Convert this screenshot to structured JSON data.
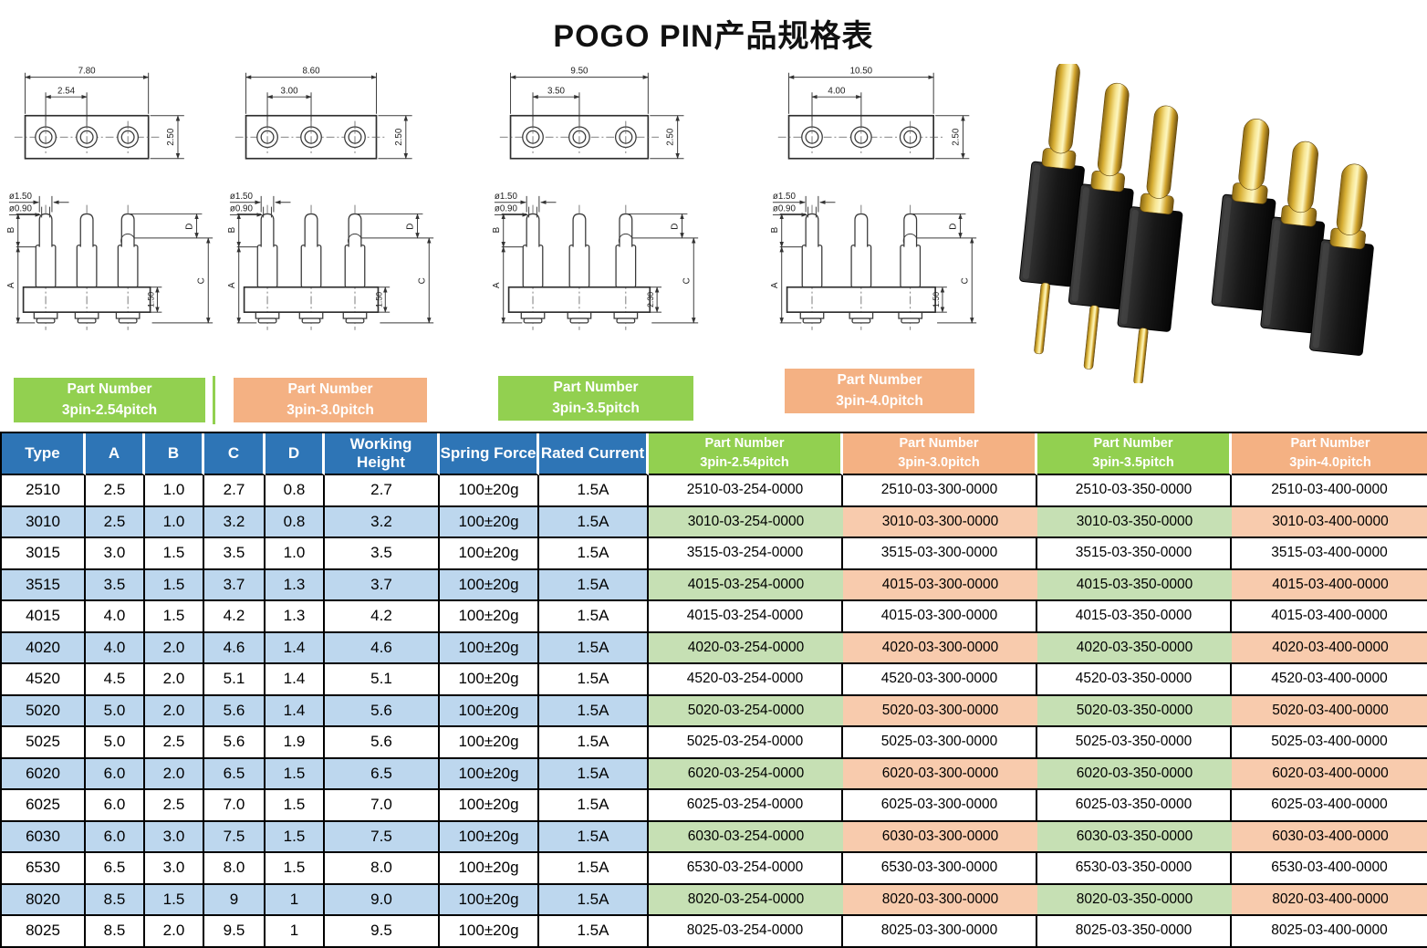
{
  "title": "POGO PIN产品规格表",
  "drawings": [
    {
      "overall": "7.80",
      "pitch": "2.54",
      "height": "2.50",
      "plunger_dia": "ø1.50",
      "tip_dia": "ø0.90",
      "base": "1.50",
      "dim_letters": [
        "A",
        "B",
        "C",
        "D"
      ]
    },
    {
      "overall": "8.60",
      "pitch": "3.00",
      "height": "2.50",
      "plunger_dia": "ø1.50",
      "tip_dia": "ø0.90",
      "base": "1.50",
      "dim_letters": [
        "A",
        "B",
        "C",
        "D"
      ]
    },
    {
      "overall": "9.50",
      "pitch": "3.50",
      "height": "2.50",
      "plunger_dia": "ø1.50",
      "tip_dia": "ø0.90",
      "base": "2.30",
      "dim_letters": [
        "A",
        "B",
        "C",
        "D"
      ]
    },
    {
      "overall": "10.50",
      "pitch": "4.00",
      "height": "2.50",
      "plunger_dia": "ø1.50",
      "tip_dia": "ø0.90",
      "base": "1.50",
      "dim_letters": [
        "A",
        "B",
        "C",
        "D"
      ]
    }
  ],
  "labels": [
    {
      "line1": "Part Number",
      "line2": "3pin-2.54pitch",
      "color": "green"
    },
    {
      "line1": "Part Number",
      "line2": "3pin-3.0pitch",
      "color": "orange"
    },
    {
      "line1": "Part Number",
      "line2": "3pin-3.5pitch",
      "color": "green"
    },
    {
      "line1": "Part Number",
      "line2": "3pin-4.0pitch",
      "color": "orange"
    }
  ],
  "colors": {
    "header_blue": "#2E75B6",
    "label_green": "#92D050",
    "label_orange": "#F4B183",
    "row_blue": "#BDD7EE",
    "cell_green": "#C6E0B4",
    "cell_orange": "#F8CBAD",
    "border": "#000000"
  },
  "table": {
    "headers": [
      "Type",
      "A",
      "B",
      "C",
      "D",
      "Working Height",
      "Spring Force",
      "Rated Current"
    ],
    "part_headers": [
      {
        "line1": "Part Number",
        "line2": "3pin-2.54pitch",
        "color": "green"
      },
      {
        "line1": "Part Number",
        "line2": "3pin-3.0pitch",
        "color": "orange"
      },
      {
        "line1": "Part Number",
        "line2": "3pin-3.5pitch",
        "color": "green"
      },
      {
        "line1": "Part Number",
        "line2": "3pin-4.0pitch",
        "color": "orange"
      }
    ],
    "rows": [
      [
        "2510",
        "2.5",
        "1.0",
        "2.7",
        "0.8",
        "2.7",
        "100±20g",
        "1.5A",
        "2510-03-254-0000",
        "2510-03-300-0000",
        "2510-03-350-0000",
        "2510-03-400-0000"
      ],
      [
        "3010",
        "2.5",
        "1.0",
        "3.2",
        "0.8",
        "3.2",
        "100±20g",
        "1.5A",
        "3010-03-254-0000",
        "3010-03-300-0000",
        "3010-03-350-0000",
        "3010-03-400-0000"
      ],
      [
        "3015",
        "3.0",
        "1.5",
        "3.5",
        "1.0",
        "3.5",
        "100±20g",
        "1.5A",
        "3515-03-254-0000",
        "3515-03-300-0000",
        "3515-03-350-0000",
        "3515-03-400-0000"
      ],
      [
        "3515",
        "3.5",
        "1.5",
        "3.7",
        "1.3",
        "3.7",
        "100±20g",
        "1.5A",
        "4015-03-254-0000",
        "4015-03-300-0000",
        "4015-03-350-0000",
        "4015-03-400-0000"
      ],
      [
        "4015",
        "4.0",
        "1.5",
        "4.2",
        "1.3",
        "4.2",
        "100±20g",
        "1.5A",
        "4015-03-254-0000",
        "4015-03-300-0000",
        "4015-03-350-0000",
        "4015-03-400-0000"
      ],
      [
        "4020",
        "4.0",
        "2.0",
        "4.6",
        "1.4",
        "4.6",
        "100±20g",
        "1.5A",
        "4020-03-254-0000",
        "4020-03-300-0000",
        "4020-03-350-0000",
        "4020-03-400-0000"
      ],
      [
        "4520",
        "4.5",
        "2.0",
        "5.1",
        "1.4",
        "5.1",
        "100±20g",
        "1.5A",
        "4520-03-254-0000",
        "4520-03-300-0000",
        "4520-03-350-0000",
        "4520-03-400-0000"
      ],
      [
        "5020",
        "5.0",
        "2.0",
        "5.6",
        "1.4",
        "5.6",
        "100±20g",
        "1.5A",
        "5020-03-254-0000",
        "5020-03-300-0000",
        "5020-03-350-0000",
        "5020-03-400-0000"
      ],
      [
        "5025",
        "5.0",
        "2.5",
        "5.6",
        "1.9",
        "5.6",
        "100±20g",
        "1.5A",
        "5025-03-254-0000",
        "5025-03-300-0000",
        "5025-03-350-0000",
        "5025-03-400-0000"
      ],
      [
        "6020",
        "6.0",
        "2.0",
        "6.5",
        "1.5",
        "6.5",
        "100±20g",
        "1.5A",
        "6020-03-254-0000",
        "6020-03-300-0000",
        "6020-03-350-0000",
        "6020-03-400-0000"
      ],
      [
        "6025",
        "6.0",
        "2.5",
        "7.0",
        "1.5",
        "7.0",
        "100±20g",
        "1.5A",
        "6025-03-254-0000",
        "6025-03-300-0000",
        "6025-03-350-0000",
        "6025-03-400-0000"
      ],
      [
        "6030",
        "6.0",
        "3.0",
        "7.5",
        "1.5",
        "7.5",
        "100±20g",
        "1.5A",
        "6030-03-254-0000",
        "6030-03-300-0000",
        "6030-03-350-0000",
        "6030-03-400-0000"
      ],
      [
        "6530",
        "6.5",
        "3.0",
        "8.0",
        "1.5",
        "8.0",
        "100±20g",
        "1.5A",
        "6530-03-254-0000",
        "6530-03-300-0000",
        "6530-03-350-0000",
        "6530-03-400-0000"
      ],
      [
        "8020",
        "8.5",
        "1.5",
        "9",
        "1",
        "9.0",
        "100±20g",
        "1.5A",
        "8020-03-254-0000",
        "8020-03-300-0000",
        "8020-03-350-0000",
        "8020-03-400-0000"
      ],
      [
        "8025",
        "8.5",
        "2.0",
        "9.5",
        "1",
        "9.5",
        "100±20g",
        "1.5A",
        "8025-03-254-0000",
        "8025-03-300-0000",
        "8025-03-350-0000",
        "8025-03-400-0000"
      ]
    ]
  }
}
